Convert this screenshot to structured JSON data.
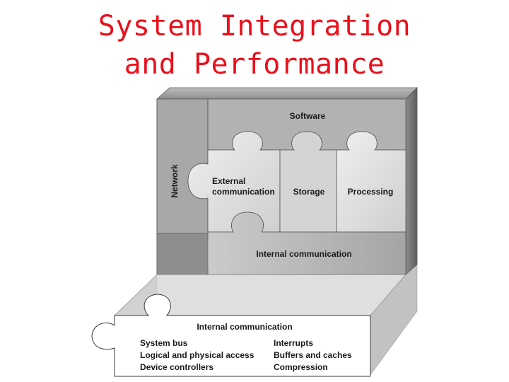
{
  "title": {
    "line1": "System Integration",
    "line2": "and Performance"
  },
  "diagram": {
    "software_label": "Software",
    "network_label": "Network",
    "external_label_1": "External",
    "external_label_2": "communication",
    "storage_label": "Storage",
    "processing_label": "Processing",
    "internal_back_label": "Internal communication",
    "front_panel": {
      "heading": "Internal communication",
      "left_items": [
        "System bus",
        "Logical and physical access",
        "Device controllers"
      ],
      "right_items": [
        "Interrupts",
        "Buffers and caches",
        "Compression"
      ]
    },
    "colors": {
      "title_red": "#e8111c",
      "frame_dark": "#8a8a8a",
      "panel_light": "#e4e4e4"
    }
  }
}
